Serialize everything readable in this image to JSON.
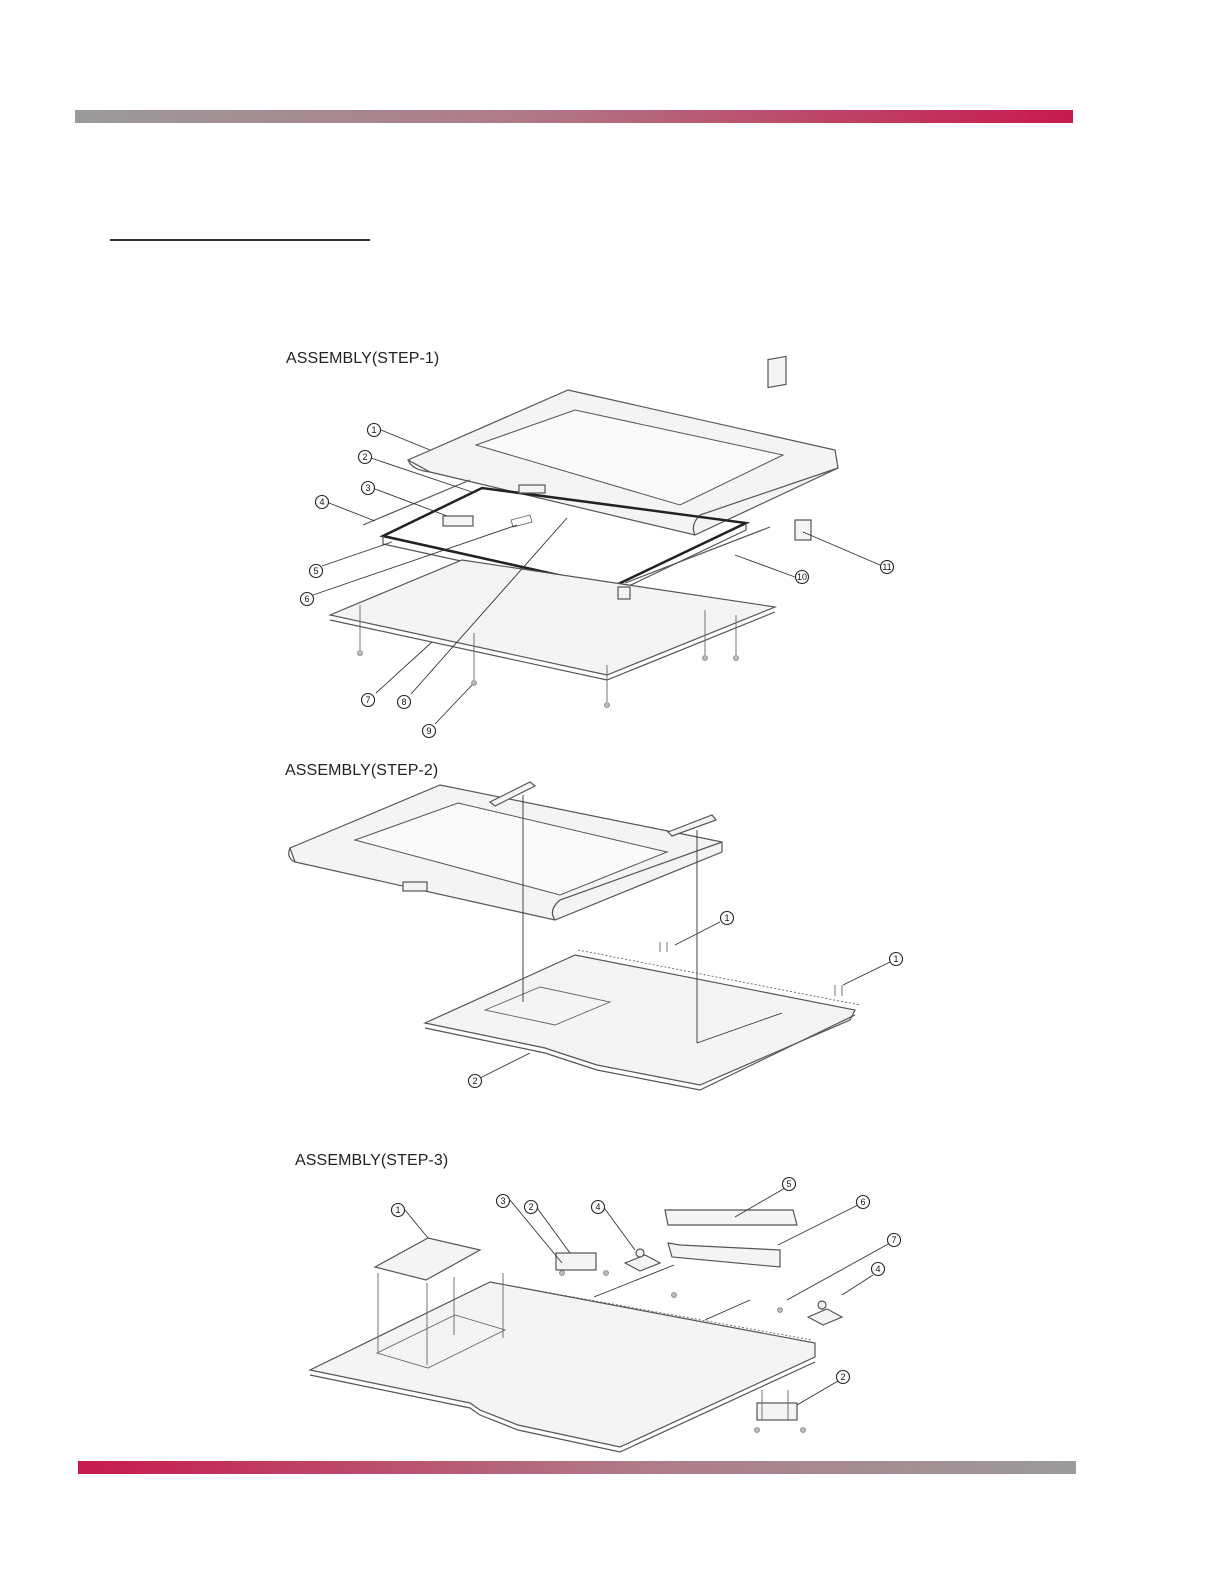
{
  "header": {
    "accent_color": "#c8194d",
    "neutral_color": "#9b9b9b"
  },
  "figures": [
    {
      "caption": "ASSEMBLY(STEP-1)",
      "callouts": [
        "1",
        "2",
        "3",
        "4",
        "5",
        "6",
        "7",
        "8",
        "9",
        "10",
        "11"
      ]
    },
    {
      "caption": "ASSEMBLY(STEP-2)",
      "callouts": [
        "1",
        "1",
        "2"
      ]
    },
    {
      "caption": "ASSEMBLY(STEP-3)",
      "callouts": [
        "1",
        "3",
        "2",
        "4",
        "5",
        "6",
        "7",
        "4",
        "2"
      ]
    }
  ]
}
